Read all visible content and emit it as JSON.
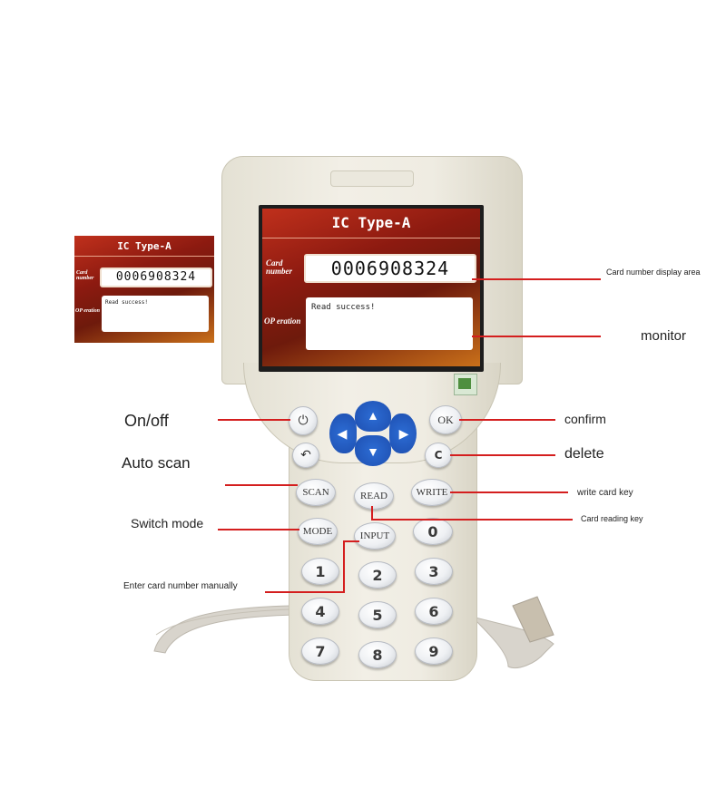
{
  "screen": {
    "title": "IC Type-A",
    "card_label": "Card number",
    "card_number": "0006908324",
    "op_label": "OP eration",
    "op_text": "Read success!"
  },
  "keys": {
    "power": "⏻",
    "back": "↶",
    "ok": "OK",
    "c": "C",
    "scan": "SCAN",
    "read": "READ",
    "write": "WRITE",
    "mode": "MODE",
    "input": "INPUT",
    "zero": "0",
    "n1": "1",
    "n2": "2",
    "n3": "3",
    "n4": "4",
    "n5": "5",
    "n6": "6",
    "n7": "7",
    "n8": "8",
    "n9": "9"
  },
  "annotations": {
    "card_display": "Card number display area",
    "monitor": "monitor",
    "onoff": "On/off",
    "confirm": "confirm",
    "auto_scan": "Auto scan",
    "delete": "delete",
    "write_key": "write card key",
    "read_key": "Card reading key",
    "switch_mode": "Switch mode",
    "enter_manual": "Enter card number manually"
  },
  "colors": {
    "line": "#d41e1e",
    "dpad": "#1e56c0",
    "screen_red": "#b02818"
  }
}
